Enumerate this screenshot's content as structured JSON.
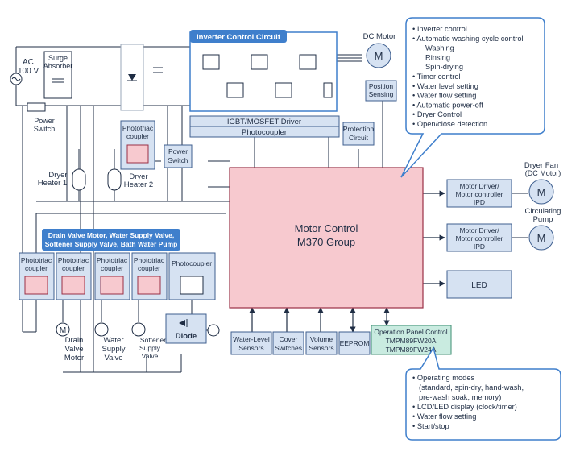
{
  "colors": {
    "block_fill": "#d6e2f2",
    "block_stroke": "#3f5f8f",
    "mcu_fill": "#f7c9cf",
    "mcu_stroke": "#9a3045",
    "panel_fill": "#c9ebe0",
    "banner_fill": "#3f7fcc",
    "line": "#1f2d44"
  },
  "labels": {
    "ac": "AC",
    "ac_voltage": "100 V",
    "surge_1": "Surge",
    "surge_2": "Absorber",
    "power_switch_1": "Power",
    "power_switch_2": "Switch",
    "inverter_banner": "Inverter Control Circuit",
    "dc_motor_caption": "DC Motor",
    "motor_symbol": "M",
    "position_1": "Position",
    "position_2": "Sensing",
    "igbt_driver": "IGBT/MOSFET Driver",
    "photocoupler": "Photocoupler",
    "protection_1": "Protection",
    "protection_2": "Circuit",
    "phototriac_1": "Phototriac",
    "phototriac_2": "coupler",
    "dryer_heater_1a": "Dryer",
    "dryer_heater_1b": "Heater 1",
    "dryer_heater_2a": "Dryer",
    "dryer_heater_2b": "Heater 2",
    "mcu_1": "Motor Control",
    "mcu_2": "M370 Group",
    "valve_banner_1": "Drain Valve Motor, Water Supply Valve,",
    "valve_banner_2": "Softener Supply Valve, Bath Water Pump",
    "drain_1": "Drain",
    "drain_2": "Valve",
    "drain_3": "Motor",
    "water_1": "Water",
    "water_2": "Supply",
    "water_3": "Valve",
    "softener_1": "Softener",
    "softener_2": "Supply",
    "softener_3": "Valve",
    "diode": "Diode",
    "water_level_1": "Water-Level",
    "water_level_2": "Sensors",
    "cover_1": "Cover",
    "cover_2": "Switches",
    "volume_1": "Volume",
    "volume_2": "Sensors",
    "eeprom": "EEPROM",
    "op_panel_1": "Operation Panel Control",
    "op_panel_2": "TMPM89FW20A",
    "op_panel_3": "TMPM89FW24A",
    "md_1": "Motor Driver/",
    "md_2": "Motor controller",
    "md_3": "IPD",
    "dryer_fan_1": "Dryer Fan",
    "dryer_fan_2": "(DC Motor)",
    "circ_1": "Circulating",
    "circ_2": "Pump",
    "led": "LED"
  },
  "callout_top": [
    "• Inverter control",
    "• Automatic washing cycle control",
    "Washing",
    "Rinsing",
    "Spin-drying",
    "• Timer control",
    "• Water level setting",
    "• Water flow setting",
    "• Automatic power-off",
    "• Dryer Control",
    "• Open/close detection"
  ],
  "callout_bottom": [
    "• Operating modes",
    "(standard, spin-dry, hand-wash,",
    "pre-wash soak, memory)",
    "• LCD/LED display (clock/timer)",
    "• Water flow setting",
    "• Start/stop"
  ]
}
